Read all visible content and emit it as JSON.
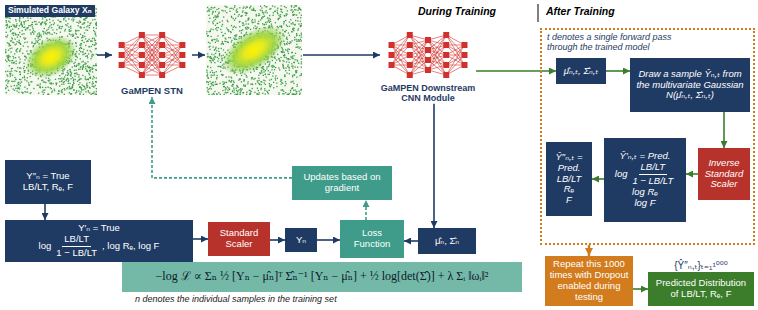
{
  "diagram": {
    "nodes": [
      {
        "text": [
          "Simulated Galaxy Xₙ"
        ]
      },
      {
        "text": [
          "GaMPEN STN"
        ]
      },
      {
        "text": [
          "GaMPEN Downstream CNN Module"
        ]
      },
      {
        "text": [
          "t denotes a single forward pass through the trained model"
        ]
      },
      {
        "text": [
          "μ̂ₙ,ₜ, Σ̂ₙ,ₜ"
        ],
        "in": 3
      },
      {
        "text": [
          "Draw a sample Ŷₙ,ₜ from the multivariate Gaussian N(μ̂ₙ,ₜ, Σ̂ₙ,ₜ)"
        ],
        "in": 3
      },
      {
        "text": [
          "Inverse Standard Scaler"
        ],
        "in": 3
      },
      {
        "text": [
          "Ŷ′ₙ,ₜ = Pred.",
          "log",
          "LB/LT",
          "1 − LB/LT",
          "log Rₑ",
          "log F"
        ],
        "in": 3
      },
      {
        "text": [
          "Ŷ″ₙ,ₜ = Pred.",
          "LB/LT",
          "Rₑ",
          "F"
        ],
        "in": 3
      },
      {
        "text": [
          "Y″ₙ = True",
          "LB/LT, Rₑ, F"
        ]
      },
      {
        "text": [
          "Y′ₙ = True",
          "log",
          "LB/LT",
          "1 − LB/LT",
          ", log Rₑ, log F"
        ]
      },
      {
        "text": [
          "Standard Scaler"
        ]
      },
      {
        "text": [
          "Yₙ"
        ]
      },
      {
        "text": [
          "Loss Function"
        ]
      },
      {
        "text": [
          "μ̂ₙ, Σ̂ₙ"
        ]
      },
      {
        "text": [
          "Updates based on gradient"
        ]
      },
      {
        "text": [
          "−log ℒ ∝ Σₙ ½ [Yₙ − μ̂ₙ]ᵀ Σ̂ₙ⁻¹ [Yₙ − μ̂ₙ] + ½ log[det(Σ̂)] + λ Σᵢ ‖ωᵢ‖²"
        ]
      },
      {
        "text": [
          "Repeat this 1000 times with Dropout enabled during testing"
        ]
      },
      {
        "text": [
          "{Ŷ″ₙ,ₜ}ₜ₌₁¹⁰⁰⁰",
          "Predicted Distribution of LB/LT, Rₑ, F"
        ]
      }
    ],
    "edges": [
      {
        "from": 0,
        "to": 1,
        "arrow": "to"
      },
      {
        "from": 1,
        "to": 2,
        "arrow": "to"
      },
      {
        "from": 2,
        "to": 4,
        "arrow": "to"
      },
      {
        "from": 4,
        "to": 5,
        "arrow": "to"
      },
      {
        "from": 5,
        "to": 6,
        "arrow": "to"
      },
      {
        "from": 6,
        "to": 7,
        "arrow": "to"
      },
      {
        "from": 7,
        "to": 8,
        "arrow": "to"
      },
      {
        "from": 9,
        "to": 10,
        "arrow": "to"
      },
      {
        "from": 10,
        "to": 11,
        "arrow": "to"
      },
      {
        "from": 11,
        "to": 12,
        "arrow": "to"
      },
      {
        "from": 12,
        "to": 13,
        "arrow": "to"
      },
      {
        "from": 2,
        "to": 14,
        "arrow": "to"
      },
      {
        "from": 14,
        "to": 13,
        "arrow": "to"
      },
      {
        "from": 13,
        "to": 15,
        "arrow": "to"
      },
      {
        "from": 15,
        "to": 1,
        "arrow": "to"
      },
      {
        "from": 3,
        "to": 17,
        "arrow": "to"
      },
      {
        "from": 17,
        "to": 18,
        "arrow": "to"
      }
    ],
    "labels": [
      "During Training",
      "After Training",
      "n denotes the individual samples in the training set"
    ]
  }
}
